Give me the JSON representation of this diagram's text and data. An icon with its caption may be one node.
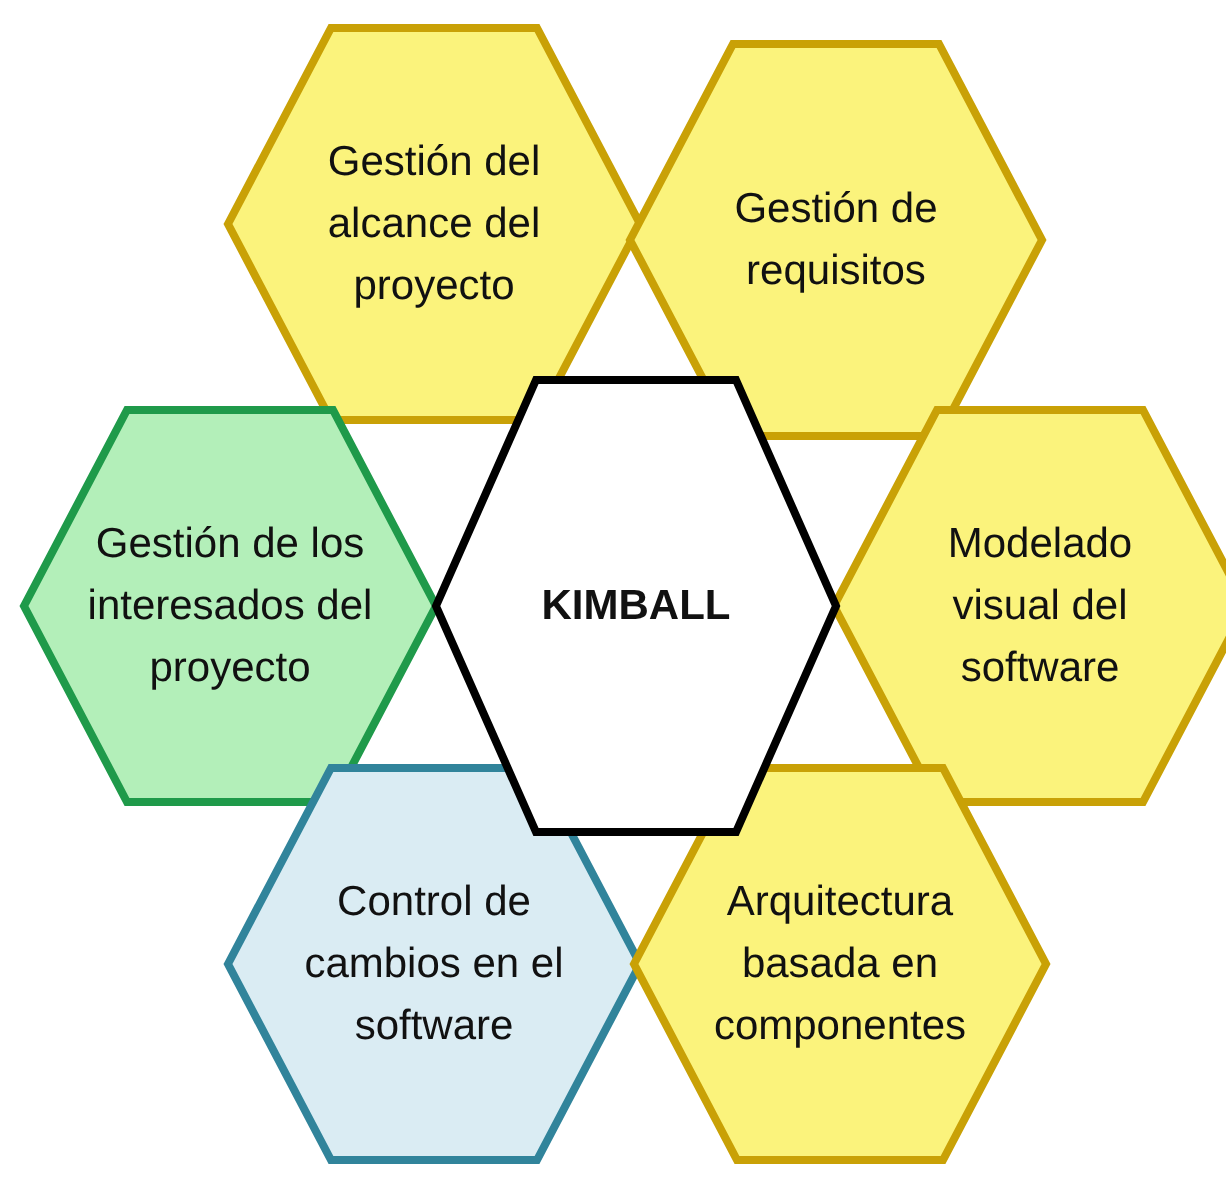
{
  "diagram": {
    "nodes": [
      {
        "text": [
          "Gestión del alcance del proyecto"
        ]
      },
      {
        "text": [
          "Gestión de requisitos"
        ]
      },
      {
        "text": [
          "Gestión de los interesados del proyecto"
        ]
      },
      {
        "text": [
          "KIMBALL"
        ]
      },
      {
        "text": [
          "Modelado visual del software"
        ]
      },
      {
        "text": [
          "Control de cambios en el software"
        ]
      },
      {
        "text": [
          "Arquitectura basada en componentes"
        ]
      }
    ]
  }
}
